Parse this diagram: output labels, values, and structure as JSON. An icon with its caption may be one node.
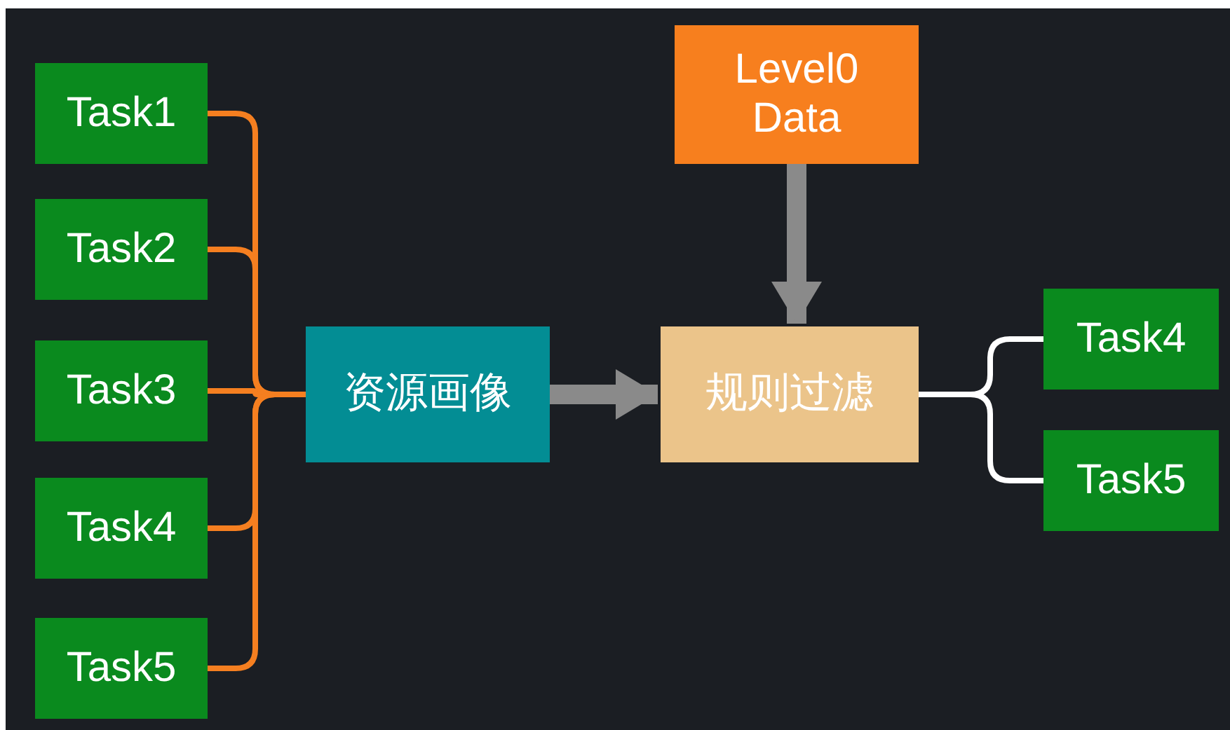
{
  "diagram": {
    "nodes": [
      {
        "text": [
          "Task1"
        ]
      },
      {
        "text": [
          "Task2"
        ]
      },
      {
        "text": [
          "Task3"
        ]
      },
      {
        "text": [
          "Task4"
        ]
      },
      {
        "text": [
          "Task5"
        ]
      },
      {
        "text": [
          "Level0 Data"
        ]
      },
      {
        "text": [
          "资源画像"
        ]
      },
      {
        "text": [
          "规则过滤"
        ]
      },
      {
        "text": [
          "Task4"
        ]
      },
      {
        "text": [
          "Task5"
        ]
      }
    ],
    "edges": [
      {
        "from": 0,
        "to": 6,
        "arrow": "none"
      },
      {
        "from": 1,
        "to": 6,
        "arrow": "none"
      },
      {
        "from": 2,
        "to": 6,
        "arrow": "none"
      },
      {
        "from": 3,
        "to": 6,
        "arrow": "none"
      },
      {
        "from": 4,
        "to": 6,
        "arrow": "none"
      },
      {
        "from": 6,
        "to": 7,
        "arrow": "to",
        "style": "thick",
        "color": "#8a8a8a"
      },
      {
        "from": 5,
        "to": 7,
        "arrow": "to",
        "style": "thick",
        "color": "#8a8a8a"
      },
      {
        "from": 7,
        "to": 8,
        "arrow": "none",
        "color": "#ffffff"
      },
      {
        "from": 7,
        "to": 9,
        "arrow": "none",
        "color": "#ffffff"
      }
    ]
  }
}
